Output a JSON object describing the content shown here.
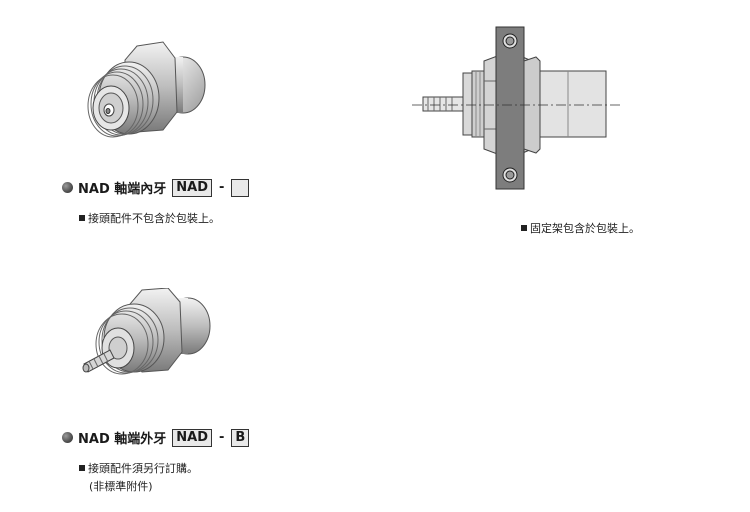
{
  "section1": {
    "heading_prefix": "NAD 軸端內牙",
    "code": "NAD",
    "dash": "-",
    "note": "接頭配件不包含於包裝上。"
  },
  "section2": {
    "heading_prefix": "NAD 軸端外牙",
    "code": "NAD",
    "dash": "-",
    "option": "B",
    "note": "接頭配件須另行訂購。",
    "note_sub": "(非標準附件)"
  },
  "diagram": {
    "note": "固定架包含於包裝上。"
  }
}
